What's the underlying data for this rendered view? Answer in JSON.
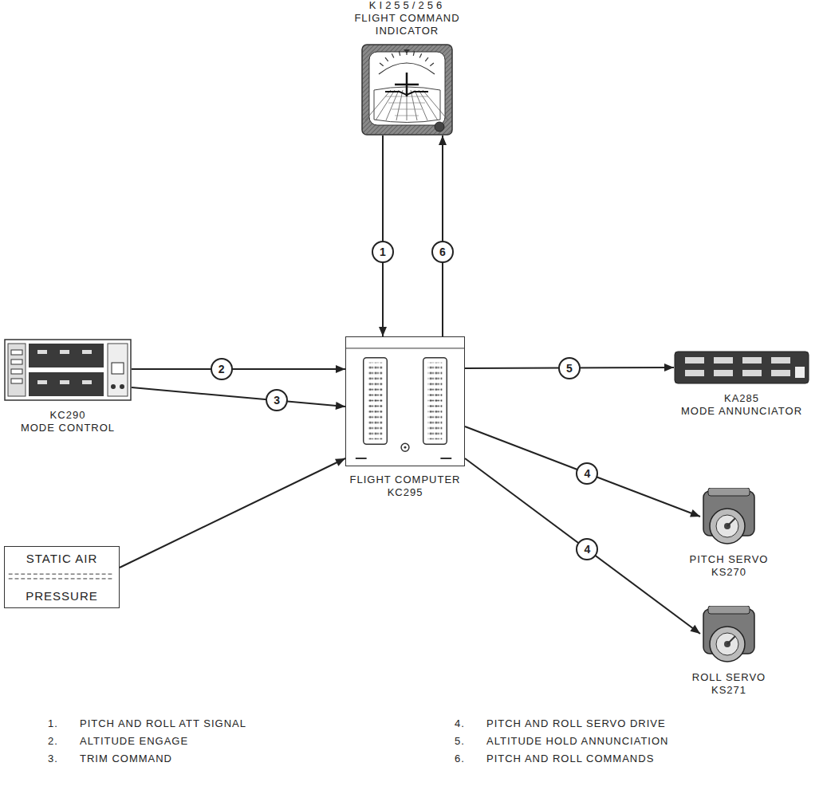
{
  "diagram": {
    "nodes": [
      {
        "text": [
          "KI255/256",
          "FLIGHT COMMAND INDICATOR"
        ]
      },
      {
        "text": [
          "KC290",
          "MODE CONTROL"
        ]
      },
      {
        "text": [
          "FLIGHT COMPUTER",
          "KC295"
        ]
      },
      {
        "text": [
          "KA285",
          "MODE ANNUNCIATOR"
        ]
      },
      {
        "text": [
          "PITCH SERVO",
          "KS270"
        ]
      },
      {
        "text": [
          "ROLL SERVO",
          "KS271"
        ]
      },
      {
        "text": [
          "STATIC AIR",
          "PRESSURE"
        ]
      }
    ],
    "edges": [
      {
        "from": 0,
        "to": 2,
        "label": "1",
        "arrow": "to"
      },
      {
        "from": 2,
        "to": 0,
        "label": "6",
        "arrow": "to"
      },
      {
        "from": 1,
        "to": 2,
        "label": "2",
        "arrow": "to"
      },
      {
        "from": 1,
        "to": 2,
        "label": "3",
        "arrow": "to"
      },
      {
        "from": 2,
        "to": 3,
        "label": "5",
        "arrow": "to"
      },
      {
        "from": 2,
        "to": 4,
        "label": "4",
        "arrow": "to"
      },
      {
        "from": 2,
        "to": 5,
        "label": "4",
        "arrow": "to"
      },
      {
        "from": 6,
        "to": 2,
        "arrow": "to"
      }
    ],
    "labels": [
      "1.",
      "PITCH AND ROLL ATT SIGNAL",
      "2.",
      "ALTITUDE ENGAGE",
      "3.",
      "TRIM COMMAND",
      "4.",
      "PITCH AND ROLL SERVO DRIVE",
      "5.",
      "ALTITUDE HOLD ANNUNCIATION",
      "6.",
      "PITCH AND ROLL COMMANDS"
    ]
  }
}
